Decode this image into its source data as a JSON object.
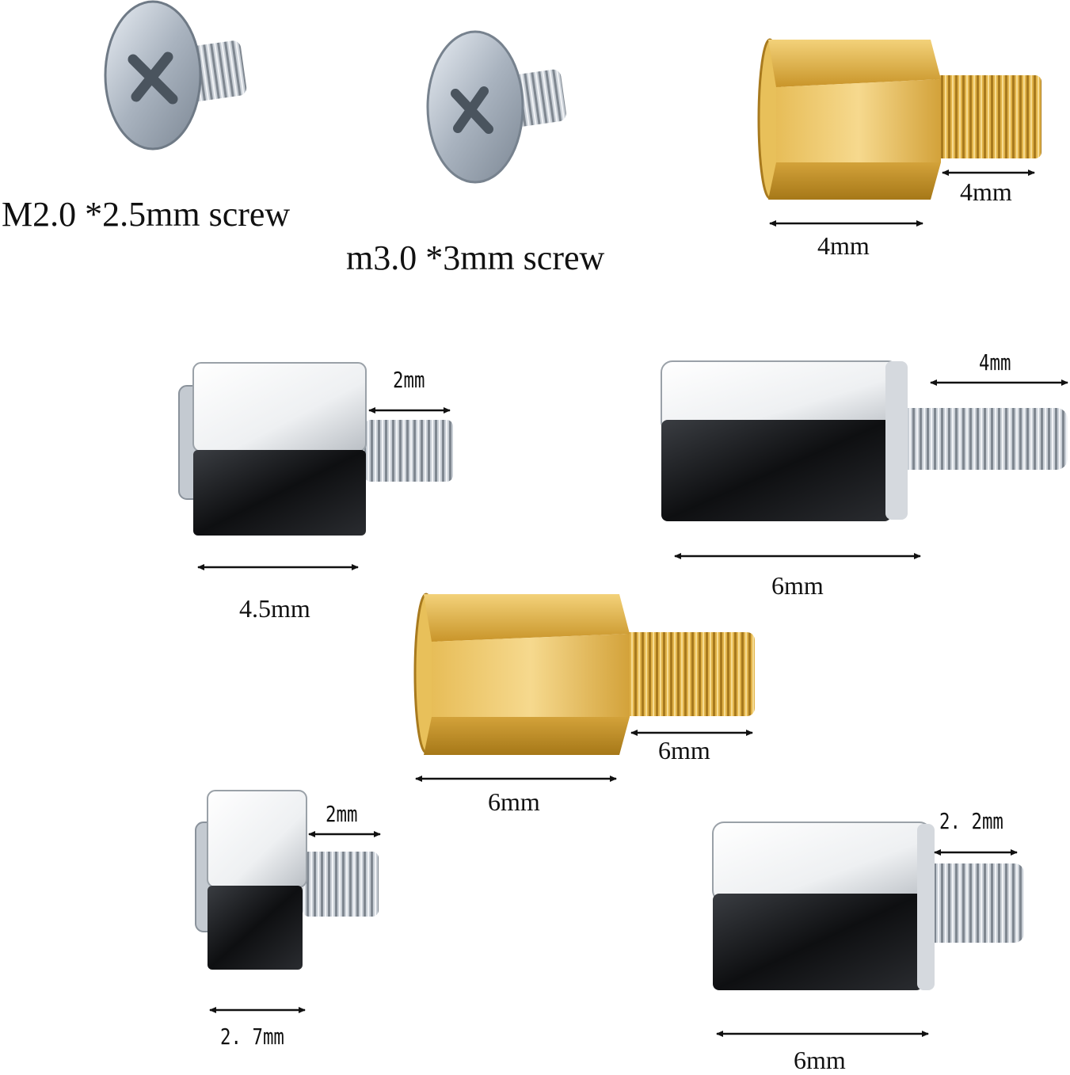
{
  "labels": {
    "screw_m2": "M2.0 *2.5mm screw",
    "screw_m3": "m3.0 *3mm screw",
    "brass_small_thread": "4mm",
    "brass_small_body": "4mm",
    "silver_a_thread": "2mm",
    "silver_a_body": "4.5mm",
    "silver_b_thread": "4mm",
    "silver_b_body": "6mm",
    "brass_large_thread": "6mm",
    "brass_large_body": "6mm",
    "silver_c_thread": "2mm",
    "silver_c_body": "2. 7mm",
    "silver_d_thread": "2. 2mm",
    "silver_d_body": "6mm"
  },
  "colors": {
    "brass": "#d9a93a",
    "chrome": "#e9ecef",
    "dark_face": "#1b1d20",
    "arrow": "#111111"
  }
}
